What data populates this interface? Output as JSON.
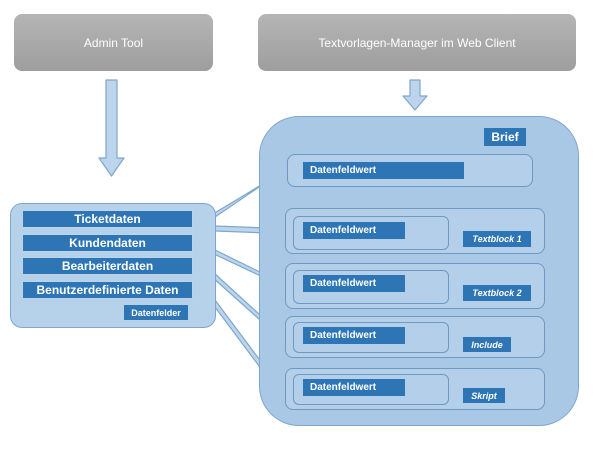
{
  "top": {
    "admin_tool": "Admin  Tool",
    "textvorlagen": "Textvorlagen-Manager  im Web Client"
  },
  "left_panel": {
    "items": [
      "Ticketdaten",
      "Kundendaten",
      "Bearbeiterdaten",
      "Benutzerdefinierte Daten"
    ],
    "tag": "Datenfelder"
  },
  "brief": {
    "label": "Brief",
    "field_label": "Datenfeldwert",
    "blocks": [
      "Textblock  1",
      "Textblock  2",
      "Include",
      "Skript"
    ]
  },
  "colors": {
    "accent_blue": "#2e75b6",
    "panel_blue": "#a9c8e6",
    "gray": "#a8a8a8"
  }
}
